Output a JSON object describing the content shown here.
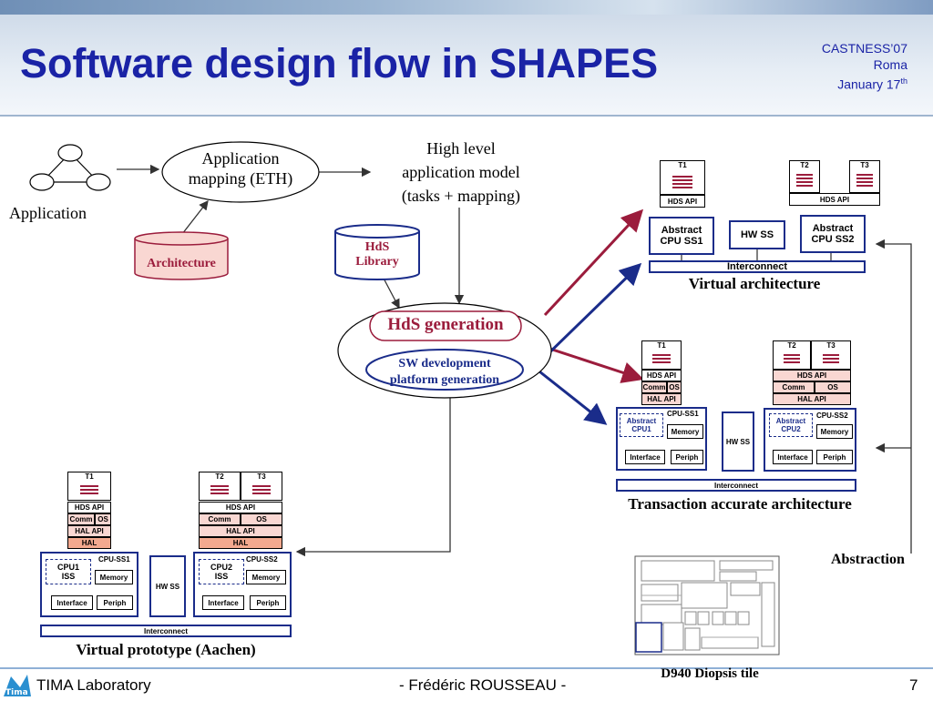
{
  "header": {
    "title": "Software design flow in SHAPES",
    "conf_line1": "CASTNESS’07",
    "conf_line2": "Roma",
    "conf_line3": "January 17",
    "conf_sup": "th"
  },
  "footer": {
    "lab": "TIMA Laboratory",
    "author": "- Frédéric ROUSSEAU -",
    "page": "7"
  },
  "flow": {
    "application": "Application",
    "mapping_l1": "Application",
    "mapping_l2": "mapping (ETH)",
    "architecture": "Architecture",
    "hl_l1": "High level",
    "hl_l2": "application model",
    "hl_l3": "(tasks + mapping)",
    "hds_lib_l1": "HdS",
    "hds_lib_l2": "Library",
    "hds_gen": "HdS generation",
    "sw_dev_l1": "SW development",
    "sw_dev_l2": "platform generation",
    "abstraction": "Abstraction",
    "d940": "D940 Diopsis tile"
  },
  "virtual_arch": {
    "caption": "Virtual architecture",
    "t1": "T1",
    "t2": "T2",
    "t3": "T3",
    "hds_api": "HDS API",
    "cpu1_l1": "Abstract",
    "cpu1_l2": "CPU SS1",
    "hwss": "HW SS",
    "cpu2_l1": "Abstract",
    "cpu2_l2": "CPU SS2",
    "interconnect": "Interconnect"
  },
  "tlm_arch": {
    "caption": "Transaction accurate architecture",
    "t1": "T1",
    "t2": "T2",
    "t3": "T3",
    "hds_api": "HDS API",
    "comm": "Comm",
    "os": "OS",
    "hal_api": "HAL API",
    "cpu_ss1": "CPU-SS1",
    "cpu_ss2": "CPU-SS2",
    "abs_cpu1_l1": "Abstract",
    "abs_cpu1_l2": "CPU1",
    "abs_cpu2_l1": "Abstract",
    "abs_cpu2_l2": "CPU2",
    "memory": "Memory",
    "interface": "Interface",
    "periph": "Periph",
    "hwss": "HW SS",
    "interconnect": "Interconnect"
  },
  "vp_arch": {
    "caption": "Virtual prototype (Aachen)",
    "t1": "T1",
    "t2": "T2",
    "t3": "T3",
    "hds_api": "HDS API",
    "comm": "Comm",
    "os": "OS",
    "hal_api": "HAL API",
    "hal": "HAL",
    "cpu_ss1": "CPU-SS1",
    "cpu_ss2": "CPU-SS2",
    "cpu1_l1": "CPU1",
    "cpu1_l2": "ISS",
    "cpu2_l1": "CPU2",
    "cpu2_l2": "ISS",
    "memory": "Memory",
    "interface": "Interface",
    "periph": "Periph",
    "hwss": "HW SS",
    "interconnect": "Interconnect"
  },
  "colors": {
    "title_blue": "#1a23a6",
    "arrow_red": "#9b1c3c",
    "arrow_blue": "#1a2c8a",
    "hal_pink": "#f9d7d2"
  }
}
